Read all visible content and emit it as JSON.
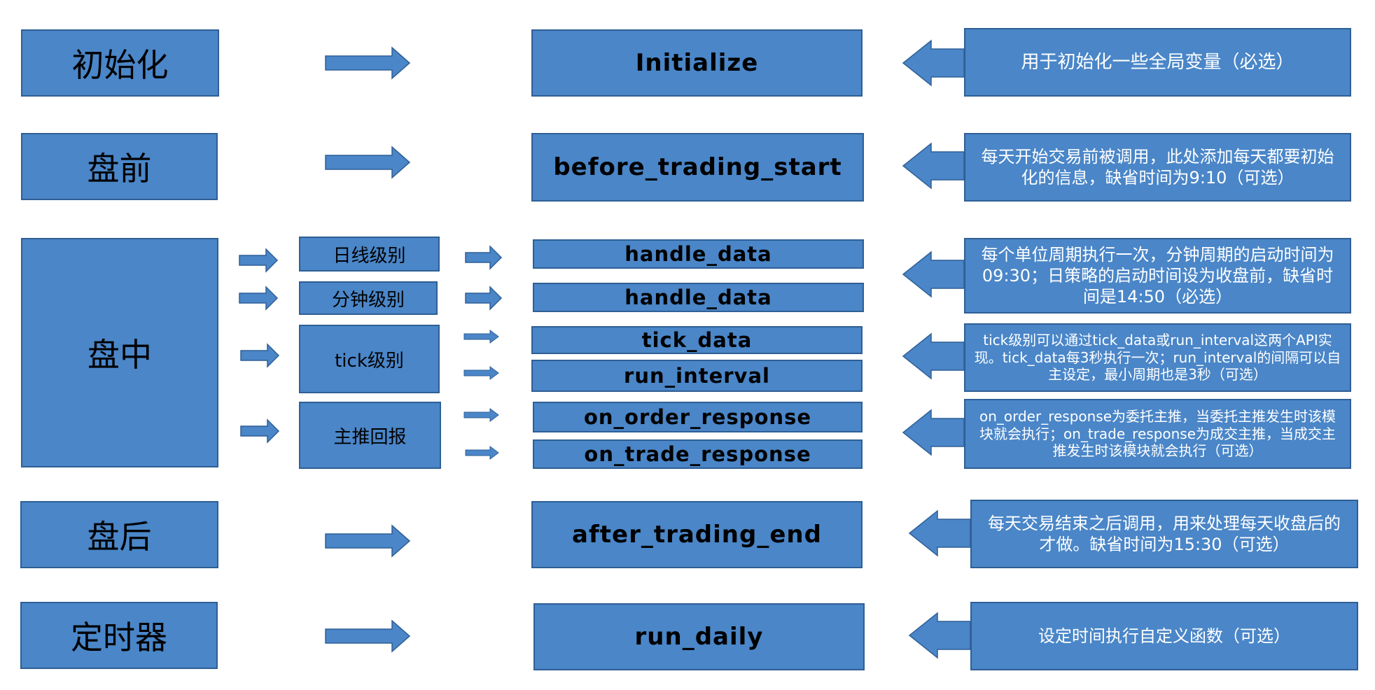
{
  "colors": {
    "box_fill": "#4a86c8",
    "box_border": "#2f5f95",
    "arrow_fill": "#4a86c8",
    "description_text": "#ffffff",
    "label_text": "#000000"
  },
  "stages": {
    "init": "初始化",
    "pre_market": "盘前",
    "intraday": "盘中",
    "post_market": "盘后",
    "timer": "定时器"
  },
  "levels": {
    "daily": "日线级别",
    "minute": "分钟级别",
    "tick": "tick级别",
    "push": "主推回报"
  },
  "functions": {
    "initialize": "Initialize",
    "before_trading_start": "before_trading_start",
    "handle_data_daily": "handle_data",
    "handle_data_minute": "handle_data",
    "tick_data": "tick_data",
    "run_interval": "run_interval",
    "on_order_response": "on_order_response",
    "on_trade_response": "on_trade_response",
    "after_trading_end": "after_trading_end",
    "run_daily": "run_daily"
  },
  "descriptions": {
    "initialize": "用于初始化一些全局变量（必选）",
    "before_trading_start": "每天开始交易前被调用，此处添加每天都要初始化的信息，缺省时间为9:10（可选）",
    "handle_data": "每个单位周期执行一次，分钟周期的启动时间为09:30；日策略的启动时间设为收盘前，缺省时间是14:50（必选）",
    "tick": "tick级别可以通过tick_data或run_interval这两个API实现。tick_data每3秒执行一次；run_interval的间隔可以自主设定，最小周期也是3秒（可选）",
    "push": "on_order_response为委托主推，当委托主推发生时该模块就会执行；on_trade_response为成交主推，当成交主推发生时该模块就会执行（可选）",
    "after_trading_end": "每天交易结束之后调用，用来处理每天收盘后的才做。缺省时间为15:30（可选）",
    "run_daily": "设定时间执行自定义函数（可选）"
  }
}
